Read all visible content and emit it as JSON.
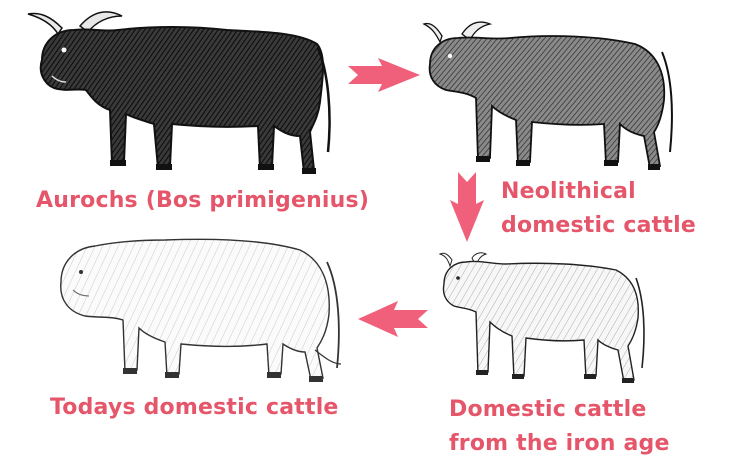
{
  "colors": {
    "caption": "#e5566a",
    "arrow": "#f0607a",
    "ink": "#1a1a1a"
  },
  "stages": [
    {
      "caption_lines": [
        "Aurochs (Bos primigenius)"
      ]
    },
    {
      "caption_lines": [
        "Neolithical",
        "domestic cattle"
      ]
    },
    {
      "caption_lines": [
        "Domestic cattle",
        "from the iron age"
      ]
    },
    {
      "caption_lines": [
        "Todays domestic cattle"
      ]
    }
  ],
  "arrows": [
    {
      "from": "Aurochs (Bos primigenius)",
      "to": "Neolithical domestic cattle",
      "direction": "right"
    },
    {
      "from": "Neolithical domestic cattle",
      "to": "Domestic cattle from the iron age",
      "direction": "down"
    },
    {
      "from": "Domestic cattle from the iron age",
      "to": "Todays domestic cattle",
      "direction": "left"
    }
  ]
}
